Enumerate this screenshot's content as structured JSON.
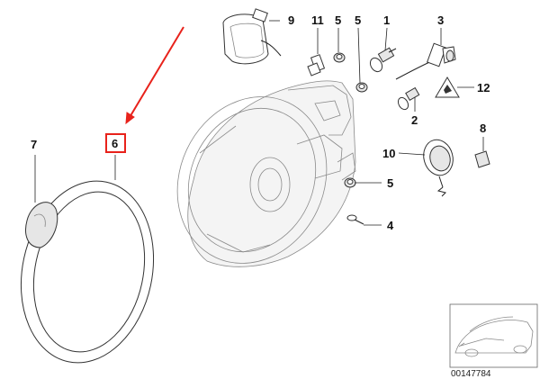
{
  "diagram": {
    "callouts": {
      "c1": "1",
      "c2": "2",
      "c3": "3",
      "c4": "4",
      "c5_top": "5",
      "c5_mid": "5",
      "c5_low": "5",
      "c6": "6",
      "c7": "7",
      "c8": "8",
      "c9": "9",
      "c10": "10",
      "c11": "11",
      "c12": "12"
    },
    "highlighted_callout": "6",
    "highlight_color": "#e8221b",
    "reference_number": "00147784"
  }
}
